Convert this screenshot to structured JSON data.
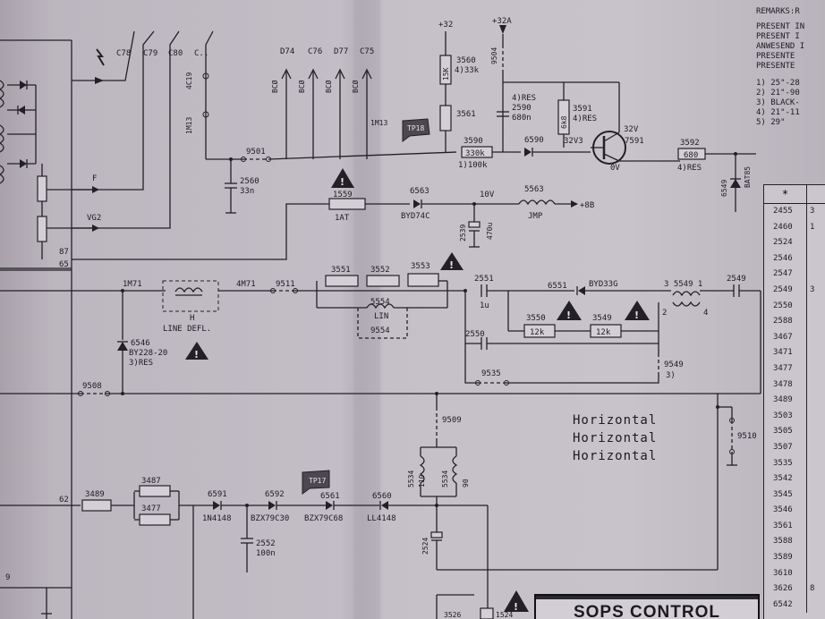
{
  "top_right": {
    "remarks": "REMARKS:R",
    "lines": [
      "PRESENT IN",
      "PRESENT I",
      "ANWESEND I",
      "PRESENTE",
      "PRESENTE"
    ],
    "notes": [
      "1) 25\"-28",
      "2) 21\"-90",
      "3) BLACK-",
      "4) 21\"-11",
      "5) 29\""
    ]
  },
  "connectors": {
    "c78": "C78",
    "c79": "C79",
    "c80": "C80",
    "c_dots": "C..",
    "d74": "D74",
    "c76": "C76",
    "d77": "D77",
    "c75": "C75",
    "bco": "BCØ",
    "4c19": "4C19",
    "1m13a": "1M13",
    "1m13b": "1M13"
  },
  "power": {
    "p32": "+32",
    "p32a": "+32A",
    "p8b": "+8B",
    "v10": "10V",
    "v32": "32V",
    "v32v3": "32V3",
    "v0": "0V"
  },
  "components": {
    "r3560a": "3560",
    "r3560b": "4)33k",
    "r15k": "15K",
    "r3561": "3561",
    "n9504": "9504",
    "res4": "4)RES",
    "c2590": "2590",
    "c680n": "680n",
    "r3591": "3591",
    "r3591v": "4)RES",
    "r6k8": "6k8",
    "tp18": "TP18",
    "r3590": "3590",
    "r330k": "330k",
    "r100k": "1)100k",
    "d6590": "6590",
    "t7591": "7591",
    "r3592": "3592",
    "r680": "680",
    "r680b": "4)RES",
    "d6549": "6549",
    "bat85": "BAT85",
    "n9501": "9501",
    "c2560": "2560",
    "c33n": "33n",
    "f1559": "1559",
    "f1at": "1AT",
    "d6563": "6563",
    "byd74c": "BYD74C",
    "c2539": "2539",
    "c470u": "470u",
    "l5563": "5563",
    "jmp": "JMP",
    "f_lbl": "F",
    "vg2": "VG2",
    "n87": "87",
    "n65": "65",
    "im71": "1M71",
    "im71b": "4M71",
    "line_h": "H",
    "line_defl": "LINE DEFL.",
    "n9511": "9511",
    "r3551": "3551",
    "r3552": "3552",
    "r3553": "3553",
    "l5554": "5554",
    "lin": "LIN",
    "n9554": "9554",
    "c2551": "2551",
    "c1u": "1u",
    "d6551": "6551",
    "byd33g": "BYD33G",
    "t5549": "3 5549 1",
    "t5549b": "2",
    "t5549c": "4",
    "c2549": "2549",
    "r3550": "3550",
    "r12k": "12k",
    "r3549": "3549",
    "r12kb": "12k",
    "c2550": "2550",
    "n9535": "9535",
    "n9549": "9549",
    "n9549b": "3)",
    "d6546": "6546",
    "by228": "BY228-20",
    "res3": "3)RES",
    "n9508": "9508",
    "n9509": "9509",
    "n9510": "9510",
    "n62": "62",
    "r3489": "3489",
    "r3487": "3487",
    "r3477": "3477",
    "d6591": "6591",
    "n4148": "1N4148",
    "d6592": "6592",
    "bzx30": "BZX79C30",
    "tp17": "TP17",
    "d6561": "6561",
    "bzx68": "BZX79C68",
    "d6560": "6560",
    "ll4148": "LL4148",
    "c2552": "2552",
    "c100n": "100n",
    "l5534a": "5534",
    "l5534b": "5534",
    "l110": "110",
    "l90": "90",
    "c2524": "2524",
    "r3526": "3526",
    "r1524": "1524",
    "n9": "9"
  },
  "horizontal_lines": [
    "Horizontal",
    "Horizontal",
    "Horizontal"
  ],
  "sops_label": "SOPS CONTROL",
  "table_rows": [
    "2455",
    "2460",
    "2524",
    "2546",
    "2547",
    "2549",
    "2550",
    "2588",
    "3467",
    "3471",
    "3477",
    "3478",
    "3489",
    "3503",
    "3505",
    "3507",
    "3535",
    "3542",
    "3545",
    "3546",
    "3561",
    "3588",
    "3589",
    "3610",
    "3626",
    "6542"
  ],
  "table_second_col": [
    "3",
    "1",
    "",
    "",
    "",
    "3",
    "",
    "",
    "",
    "",
    "",
    "",
    "",
    "",
    "",
    "",
    "",
    "",
    "",
    "",
    "",
    "",
    "",
    "",
    "8",
    "",
    ""
  ],
  "table_header_star": "*"
}
